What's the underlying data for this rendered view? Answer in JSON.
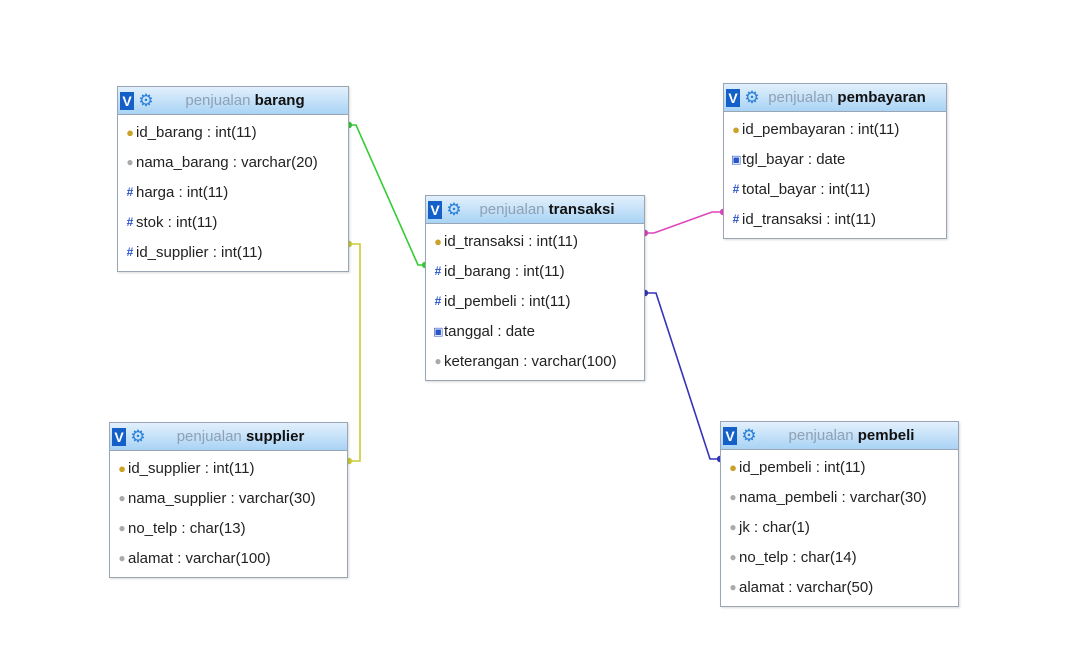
{
  "diagram": {
    "tables": [
      {
        "id": "barang",
        "db": "penjualan",
        "name": "barang",
        "columns": [
          {
            "label": "id_barang : int(11)",
            "icon": "key-icon"
          },
          {
            "label": "nama_barang : varchar(20)",
            "icon": "text-field-icon"
          },
          {
            "label": "harga : int(11)",
            "icon": "numeric-field-icon"
          },
          {
            "label": "stok : int(11)",
            "icon": "numeric-field-icon"
          },
          {
            "label": "id_supplier : int(11)",
            "icon": "numeric-field-icon"
          }
        ]
      },
      {
        "id": "supplier",
        "db": "penjualan",
        "name": "supplier",
        "columns": [
          {
            "label": "id_supplier : int(11)",
            "icon": "key-icon"
          },
          {
            "label": "nama_supplier : varchar(30)",
            "icon": "text-field-icon"
          },
          {
            "label": "no_telp : char(13)",
            "icon": "text-field-icon"
          },
          {
            "label": "alamat : varchar(100)",
            "icon": "text-field-icon"
          }
        ]
      },
      {
        "id": "transaksi",
        "db": "penjualan",
        "name": "transaksi",
        "columns": [
          {
            "label": "id_transaksi : int(11)",
            "icon": "key-icon"
          },
          {
            "label": "id_barang : int(11)",
            "icon": "numeric-field-icon"
          },
          {
            "label": "id_pembeli : int(11)",
            "icon": "numeric-field-icon"
          },
          {
            "label": "tanggal : date",
            "icon": "date-field-icon"
          },
          {
            "label": "keterangan : varchar(100)",
            "icon": "text-field-icon"
          }
        ]
      },
      {
        "id": "pembayaran",
        "db": "penjualan",
        "name": "pembayaran",
        "columns": [
          {
            "label": "id_pembayaran : int(11)",
            "icon": "key-icon"
          },
          {
            "label": "tgl_bayar : date",
            "icon": "date-field-icon"
          },
          {
            "label": "total_bayar : int(11)",
            "icon": "numeric-field-icon"
          },
          {
            "label": "id_transaksi : int(11)",
            "icon": "numeric-field-icon"
          }
        ]
      },
      {
        "id": "pembeli",
        "db": "penjualan",
        "name": "pembeli",
        "columns": [
          {
            "label": "id_pembeli : int(11)",
            "icon": "key-icon"
          },
          {
            "label": "nama_pembeli : varchar(30)",
            "icon": "text-field-icon"
          },
          {
            "label": "jk : char(1)",
            "icon": "text-field-icon"
          },
          {
            "label": "no_telp : char(14)",
            "icon": "text-field-icon"
          },
          {
            "label": "alamat : varchar(50)",
            "icon": "text-field-icon"
          }
        ]
      }
    ],
    "relations": [
      {
        "name": "barang-to-transaksi",
        "color": "#33cc33"
      },
      {
        "name": "supplier-to-barang",
        "color": "#cccc33"
      },
      {
        "name": "transaksi-to-pembayaran",
        "color": "#dd44bb"
      },
      {
        "name": "pembeli-to-transaksi",
        "color": "#3333bb"
      }
    ]
  },
  "header": {
    "collapse_label": "V",
    "options_icon": "gear-icon"
  }
}
